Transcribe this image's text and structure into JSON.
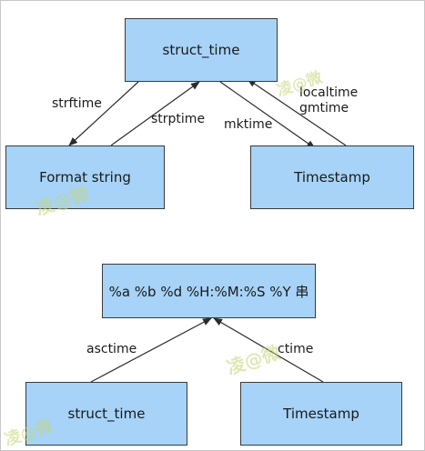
{
  "top_diagram": {
    "center_box": "struct_time",
    "left_box": "Format string",
    "right_box": "Timestamp",
    "edges": {
      "strftime": "strftime",
      "strptime": "strptime",
      "mktime": "mktime",
      "localtime": "localtime",
      "gmtime": "gmtime"
    }
  },
  "bottom_diagram": {
    "top_box": "%a %b %d %H:%M:%S %Y 串",
    "left_box": "struct_time",
    "right_box": "Timestamp",
    "edges": {
      "asctime": "asctime",
      "ctime": "ctime"
    }
  },
  "watermarks": {
    "text": "凌@微"
  },
  "colors": {
    "box_fill": "#a6d3f7",
    "box_border": "#3a3a3a",
    "arrow": "#2b2b2b",
    "text": "#1a1a1a"
  }
}
